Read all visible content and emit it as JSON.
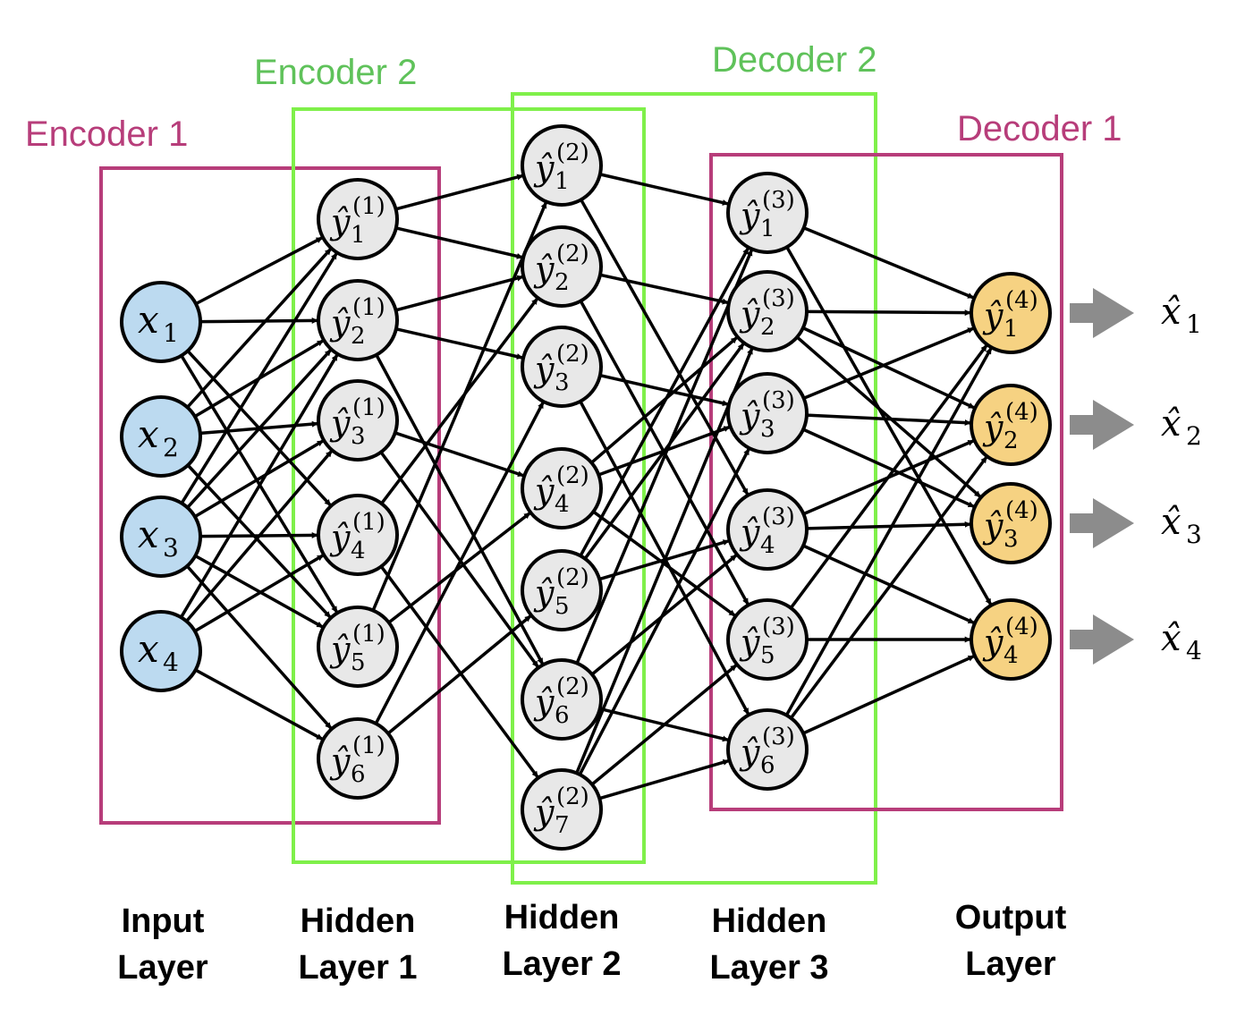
{
  "colors": {
    "encoder1": "#b73d7a",
    "decoder1": "#b73d7a",
    "encoder2": "#5fc25a",
    "decoder2": "#5fc25a",
    "encoder2_box": "#7ff04a",
    "decoder2_box": "#7ff04a",
    "input_fill": "#bcdaf0",
    "hidden_fill": "#e8e8e8",
    "output_fill": "#f6d282",
    "arrow_gray": "#8c8c8c",
    "edge": "#000000"
  },
  "boxes": {
    "encoder1": "Encoder 1",
    "encoder2": "Encoder 2",
    "decoder2": "Decoder 2",
    "decoder1": "Decoder 1"
  },
  "layers": [
    {
      "id": "input",
      "line1": "Input",
      "line2": "Layer",
      "nodes": [
        {
          "var": "x",
          "sub": "1"
        },
        {
          "var": "x",
          "sub": "2"
        },
        {
          "var": "x",
          "sub": "3"
        },
        {
          "var": "x",
          "sub": "4"
        }
      ]
    },
    {
      "id": "hidden1",
      "line1": "Hidden",
      "line2": "Layer 1",
      "nodes": [
        {
          "var": "ŷ",
          "sub": "1",
          "sup": "(1)"
        },
        {
          "var": "ŷ",
          "sub": "2",
          "sup": "(1)"
        },
        {
          "var": "ŷ",
          "sub": "3",
          "sup": "(1)"
        },
        {
          "var": "ŷ",
          "sub": "4",
          "sup": "(1)"
        },
        {
          "var": "ŷ",
          "sub": "5",
          "sup": "(1)"
        },
        {
          "var": "ŷ",
          "sub": "6",
          "sup": "(1)"
        }
      ]
    },
    {
      "id": "hidden2",
      "line1": "Hidden",
      "line2": "Layer 2",
      "nodes": [
        {
          "var": "ŷ",
          "sub": "1",
          "sup": "(2)"
        },
        {
          "var": "ŷ",
          "sub": "2",
          "sup": "(2)"
        },
        {
          "var": "ŷ",
          "sub": "3",
          "sup": "(2)"
        },
        {
          "var": "ŷ",
          "sub": "4",
          "sup": "(2)"
        },
        {
          "var": "ŷ",
          "sub": "5",
          "sup": "(2)"
        },
        {
          "var": "ŷ",
          "sub": "6",
          "sup": "(2)"
        },
        {
          "var": "ŷ",
          "sub": "7",
          "sup": "(2)"
        }
      ]
    },
    {
      "id": "hidden3",
      "line1": "Hidden",
      "line2": "Layer 3",
      "nodes": [
        {
          "var": "ŷ",
          "sub": "1",
          "sup": "(3)"
        },
        {
          "var": "ŷ",
          "sub": "2",
          "sup": "(3)"
        },
        {
          "var": "ŷ",
          "sub": "3",
          "sup": "(3)"
        },
        {
          "var": "ŷ",
          "sub": "4",
          "sup": "(3)"
        },
        {
          "var": "ŷ",
          "sub": "5",
          "sup": "(3)"
        },
        {
          "var": "ŷ",
          "sub": "6",
          "sup": "(3)"
        }
      ]
    },
    {
      "id": "output",
      "line1": "Output",
      "line2": "Layer",
      "nodes": [
        {
          "var": "ŷ",
          "sub": "1",
          "sup": "(4)"
        },
        {
          "var": "ŷ",
          "sub": "2",
          "sup": "(4)"
        },
        {
          "var": "ŷ",
          "sub": "3",
          "sup": "(4)"
        },
        {
          "var": "ŷ",
          "sub": "4",
          "sup": "(4)"
        }
      ]
    }
  ],
  "outputs": [
    {
      "var": "x̂",
      "sub": "1"
    },
    {
      "var": "x̂",
      "sub": "2"
    },
    {
      "var": "x̂",
      "sub": "3"
    },
    {
      "var": "x̂",
      "sub": "4"
    }
  ],
  "edges": [
    [
      [
        1,
        2,
        4,
        5
      ],
      [
        1,
        2,
        3,
        5
      ],
      [
        1,
        2,
        3,
        4,
        5,
        6
      ],
      [
        2,
        3,
        4,
        6
      ]
    ],
    [
      [
        1,
        2
      ],
      [
        2,
        3,
        6
      ],
      [
        4,
        6
      ],
      [
        2,
        7
      ],
      [
        1,
        4
      ],
      [
        3,
        5
      ]
    ],
    [
      [
        1,
        4
      ],
      [
        2,
        5
      ],
      [
        3,
        6
      ],
      [
        2,
        3,
        5
      ],
      [
        1,
        2,
        4
      ],
      [
        1,
        4,
        6
      ],
      [
        2,
        3,
        5,
        6
      ]
    ],
    [
      [
        1,
        4
      ],
      [
        1,
        2,
        3
      ],
      [
        1,
        2,
        3
      ],
      [
        2,
        3,
        4
      ],
      [
        1,
        4
      ],
      [
        1,
        2,
        4
      ]
    ]
  ]
}
